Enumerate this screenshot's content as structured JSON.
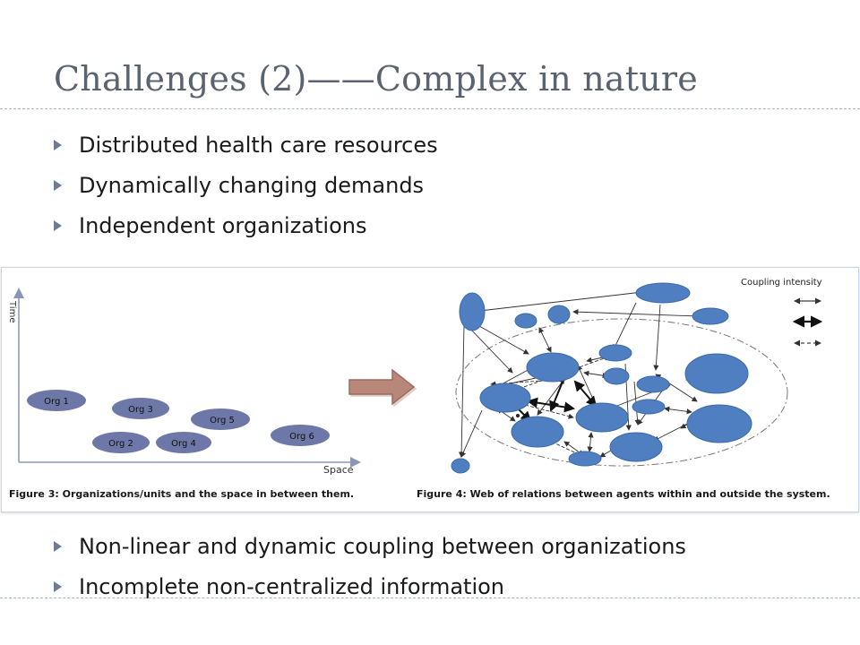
{
  "slide": {
    "title": "Challenges (2)——Complex in nature",
    "bullets_top": [
      "Distributed health care resources",
      "Dynamically changing demands",
      "Independent organizations"
    ],
    "bullets_bottom": [
      "Non-linear and dynamic coupling between organizations",
      "Incomplete non-centralized information"
    ]
  },
  "figure3": {
    "caption": "Figure 3: Organizations/units and the space in between them.",
    "y_axis_label": "Time",
    "x_axis_label": "Space",
    "orgs": [
      "Org 1",
      "Org 2",
      "Org 3",
      "Org 4",
      "Org 5",
      "Org 6"
    ],
    "org_color": "#6e78a8"
  },
  "figure4": {
    "caption": "Figure 4: Web of relations between agents within and outside the system.",
    "legend_title": "Coupling intensity",
    "node_color": "#4f7fc0",
    "arrow_color": "#b07d6a"
  }
}
